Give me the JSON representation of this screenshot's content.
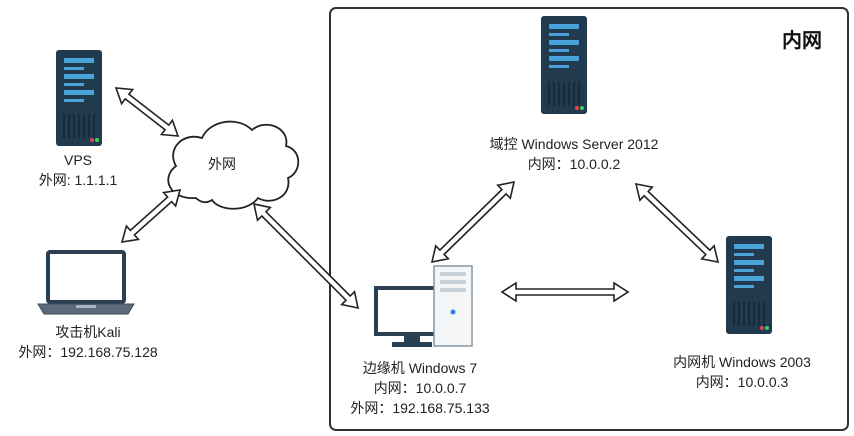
{
  "intranet": {
    "title": "内网"
  },
  "internet": {
    "label": "外网"
  },
  "nodes": {
    "vps": {
      "name": "VPS",
      "ip": "外网: 1.1.1.1"
    },
    "kali": {
      "name": "攻击机Kali",
      "ip": "外网：192.168.75.128"
    },
    "edge": {
      "name": "边缘机 Windows 7",
      "ip_internal": "内网：10.0.0.7",
      "ip_external": "外网：192.168.75.133"
    },
    "dc": {
      "name": "域控 Windows Server 2012",
      "ip": "内网：10.0.0.2"
    },
    "host2003": {
      "name": "内网机 Windows 2003",
      "ip": "内网：10.0.0.3"
    }
  },
  "colors": {
    "server_body": "#223a4d",
    "server_bar": "#4aa3d8",
    "frame": "#333333",
    "monitor_border": "#2b3f52"
  }
}
